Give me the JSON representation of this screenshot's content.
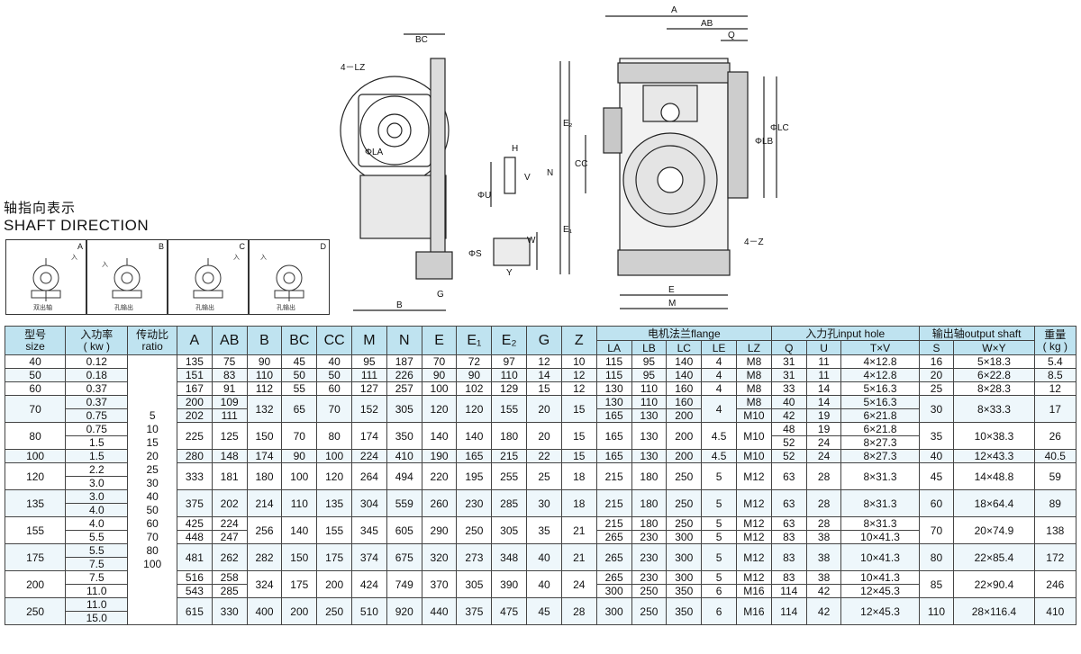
{
  "direction": {
    "title_cn": "轴指向表示",
    "title_en": "SHAFT DIRECTION",
    "boxes": [
      {
        "letter": "A",
        "tag1": "入",
        "tag2": "A",
        "sub": "双出轴"
      },
      {
        "letter": "B",
        "tag1": "入",
        "tag2": "",
        "sub": "孔输出"
      },
      {
        "letter": "C",
        "tag1": "入",
        "tag2": "C",
        "sub": "孔输出"
      },
      {
        "letter": "D",
        "tag1": "入",
        "tag2": "",
        "sub": "孔输出"
      }
    ]
  },
  "drawing": {
    "labels": {
      "bc": "BC",
      "lz": "4－LZ",
      "a": "A",
      "ab": "AB",
      "q": "Q",
      "e2": "E₂",
      "n": "N",
      "cc": "CC",
      "e1": "E₁",
      "lb": "ΦLB",
      "lc": "ΦLC",
      "la": "ΦLA",
      "z": "4－Z",
      "e": "E",
      "m": "M",
      "b": "B",
      "g": "G",
      "h": "H",
      "v": "V",
      "u": "ΦU",
      "s": "ΦS",
      "w": "W",
      "y": "Y"
    }
  },
  "table": {
    "headers": {
      "size": [
        "型号",
        "size"
      ],
      "power": [
        "入功率",
        "( kw )"
      ],
      "ratio": [
        "传动比",
        "ratio"
      ],
      "dims": [
        "A",
        "AB",
        "B",
        "BC",
        "CC",
        "M",
        "N",
        "E",
        "E₁",
        "E₂",
        "G",
        "Z"
      ],
      "flange_group": "电机法兰flange",
      "flange": [
        "LA",
        "LB",
        "LC",
        "LE",
        "LZ"
      ],
      "input_group": "入力孔input hole",
      "input": [
        "Q",
        "U",
        "T×V"
      ],
      "output_group": "输出轴output shaft",
      "output": [
        "S",
        "W×Y"
      ],
      "weight": [
        "重量",
        "( kg )"
      ]
    },
    "ratios": [
      "5",
      "10",
      "15",
      "20",
      "25",
      "30",
      "40",
      "50",
      "60",
      "70",
      "80",
      "100"
    ],
    "rows": [
      {
        "size": "40",
        "power": [
          "0.12"
        ],
        "A": [
          "135"
        ],
        "AB": [
          "75"
        ],
        "B": "90",
        "BC": "45",
        "CC": "40",
        "M": "95",
        "N": "187",
        "E": "70",
        "E1": "72",
        "E2": "97",
        "G": "12",
        "Z": "10",
        "LA": [
          "115"
        ],
        "LB": [
          "95"
        ],
        "LC": [
          "140"
        ],
        "LE": [
          "4"
        ],
        "LZ": [
          "M8"
        ],
        "Q": [
          "31"
        ],
        "U": [
          "11"
        ],
        "TV": [
          "4×12.8"
        ],
        "S": "16",
        "WY": "5×18.3",
        "kg": "5.4"
      },
      {
        "size": "50",
        "power": [
          "0.18"
        ],
        "A": [
          "151"
        ],
        "AB": [
          "83"
        ],
        "B": "110",
        "BC": "50",
        "CC": "50",
        "M": "111",
        "N": "226",
        "E": "90",
        "E1": "90",
        "E2": "110",
        "G": "14",
        "Z": "12",
        "LA": [
          "115"
        ],
        "LB": [
          "95"
        ],
        "LC": [
          "140"
        ],
        "LE": [
          "4"
        ],
        "LZ": [
          "M8"
        ],
        "Q": [
          "31"
        ],
        "U": [
          "11"
        ],
        "TV": [
          "4×12.8"
        ],
        "S": "20",
        "WY": "6×22.8",
        "kg": "8.5"
      },
      {
        "size": "60",
        "power": [
          "0.37"
        ],
        "A": [
          "167"
        ],
        "AB": [
          "91"
        ],
        "B": "112",
        "BC": "55",
        "CC": "60",
        "M": "127",
        "N": "257",
        "E": "100",
        "E1": "102",
        "E2": "129",
        "G": "15",
        "Z": "12",
        "LA": [
          "130"
        ],
        "LB": [
          "110"
        ],
        "LC": [
          "160"
        ],
        "LE": [
          "4"
        ],
        "LZ": [
          "M8"
        ],
        "Q": [
          "33"
        ],
        "U": [
          "14"
        ],
        "TV": [
          "5×16.3"
        ],
        "S": "25",
        "WY": "8×28.3",
        "kg": "12"
      },
      {
        "size": "70",
        "power": [
          "0.37",
          "0.75"
        ],
        "A": [
          "200",
          "202"
        ],
        "AB": [
          "109",
          "111"
        ],
        "B": "132",
        "BC": "65",
        "CC": "70",
        "M": "152",
        "N": "305",
        "E": "120",
        "E1": "120",
        "E2": "155",
        "G": "20",
        "Z": "15",
        "LA": [
          "130",
          "165"
        ],
        "LB": [
          "110",
          "130"
        ],
        "LC": [
          "160",
          "200"
        ],
        "LE": [
          "4"
        ],
        "LZ": [
          "M8",
          "M10"
        ],
        "Q": [
          "40",
          "42"
        ],
        "U": [
          "14",
          "19"
        ],
        "TV": [
          "5×16.3",
          "6×21.8"
        ],
        "S": "30",
        "WY": "8×33.3",
        "kg": "17"
      },
      {
        "size": "80",
        "power": [
          "0.75",
          "1.5"
        ],
        "A": [
          "225"
        ],
        "AB": [
          "125"
        ],
        "B": "150",
        "BC": "70",
        "CC": "80",
        "M": "174",
        "N": "350",
        "E": "140",
        "E1": "140",
        "E2": "180",
        "G": "20",
        "Z": "15",
        "LA": [
          "165"
        ],
        "LB": [
          "130"
        ],
        "LC": [
          "200"
        ],
        "LE": [
          "4.5"
        ],
        "LZ": [
          "M10"
        ],
        "Q": [
          "48",
          "52"
        ],
        "U": [
          "19",
          "24"
        ],
        "TV": [
          "6×21.8",
          "8×27.3"
        ],
        "S": "35",
        "WY": "10×38.3",
        "kg": "26"
      },
      {
        "size": "100",
        "power": [
          "1.5"
        ],
        "A": [
          "280"
        ],
        "AB": [
          "148"
        ],
        "B": "174",
        "BC": "90",
        "CC": "100",
        "M": "224",
        "N": "410",
        "E": "190",
        "E1": "165",
        "E2": "215",
        "G": "22",
        "Z": "15",
        "LA": [
          "165"
        ],
        "LB": [
          "130"
        ],
        "LC": [
          "200"
        ],
        "LE": [
          "4.5"
        ],
        "LZ": [
          "M10"
        ],
        "Q": [
          "52"
        ],
        "U": [
          "24"
        ],
        "TV": [
          "8×27.3"
        ],
        "S": "40",
        "WY": "12×43.3",
        "kg": "40.5"
      },
      {
        "size": "120",
        "power": [
          "2.2",
          "3.0"
        ],
        "A": [
          "333"
        ],
        "AB": [
          "181"
        ],
        "B": "180",
        "BC": "100",
        "CC": "120",
        "M": "264",
        "N": "494",
        "E": "220",
        "E1": "195",
        "E2": "255",
        "G": "25",
        "Z": "18",
        "LA": [
          "215"
        ],
        "LB": [
          "180"
        ],
        "LC": [
          "250"
        ],
        "LE": [
          "5"
        ],
        "LZ": [
          "M12"
        ],
        "Q": [
          "63"
        ],
        "U": [
          "28"
        ],
        "TV": [
          "8×31.3"
        ],
        "S": "45",
        "WY": "14×48.8",
        "kg": "59"
      },
      {
        "size": "135",
        "power": [
          "3.0",
          "4.0"
        ],
        "A": [
          "375"
        ],
        "AB": [
          "202"
        ],
        "B": "214",
        "BC": "110",
        "CC": "135",
        "M": "304",
        "N": "559",
        "E": "260",
        "E1": "230",
        "E2": "285",
        "G": "30",
        "Z": "18",
        "LA": [
          "215"
        ],
        "LB": [
          "180"
        ],
        "LC": [
          "250"
        ],
        "LE": [
          "5"
        ],
        "LZ": [
          "M12"
        ],
        "Q": [
          "63"
        ],
        "U": [
          "28"
        ],
        "TV": [
          "8×31.3"
        ],
        "S": "60",
        "WY": "18×64.4",
        "kg": "89"
      },
      {
        "size": "155",
        "power": [
          "4.0",
          "5.5"
        ],
        "A": [
          "425",
          "448"
        ],
        "AB": [
          "224",
          "247"
        ],
        "B": "256",
        "BC": "140",
        "CC": "155",
        "M": "345",
        "N": "605",
        "E": "290",
        "E1": "250",
        "E2": "305",
        "G": "35",
        "Z": "21",
        "LA": [
          "215",
          "265"
        ],
        "LB": [
          "180",
          "230"
        ],
        "LC": [
          "250",
          "300"
        ],
        "LE": [
          "5",
          "5"
        ],
        "LZ": [
          "M12",
          "M12"
        ],
        "Q": [
          "63",
          "83"
        ],
        "U": [
          "28",
          "38"
        ],
        "TV": [
          "8×31.3",
          "10×41.3"
        ],
        "S": "70",
        "WY": "20×74.9",
        "kg": "138"
      },
      {
        "size": "175",
        "power": [
          "5.5",
          "7.5"
        ],
        "A": [
          "481"
        ],
        "AB": [
          "262"
        ],
        "B": "282",
        "BC": "150",
        "CC": "175",
        "M": "374",
        "N": "675",
        "E": "320",
        "E1": "273",
        "E2": "348",
        "G": "40",
        "Z": "21",
        "LA": [
          "265"
        ],
        "LB": [
          "230"
        ],
        "LC": [
          "300"
        ],
        "LE": [
          "5"
        ],
        "LZ": [
          "M12"
        ],
        "Q": [
          "83"
        ],
        "U": [
          "38"
        ],
        "TV": [
          "10×41.3"
        ],
        "S": "80",
        "WY": "22×85.4",
        "kg": "172"
      },
      {
        "size": "200",
        "power": [
          "7.5",
          "11.0"
        ],
        "A": [
          "516",
          "543"
        ],
        "AB": [
          "258",
          "285"
        ],
        "B": "324",
        "BC": "175",
        "CC": "200",
        "M": "424",
        "N": "749",
        "E": "370",
        "E1": "305",
        "E2": "390",
        "G": "40",
        "Z": "24",
        "LA": [
          "265",
          "300"
        ],
        "LB": [
          "230",
          "250"
        ],
        "LC": [
          "300",
          "350"
        ],
        "LE": [
          "5",
          "6"
        ],
        "LZ": [
          "M12",
          "M16"
        ],
        "Q": [
          "83",
          "114"
        ],
        "U": [
          "38",
          "42"
        ],
        "TV": [
          "10×41.3",
          "12×45.3"
        ],
        "S": "85",
        "WY": "22×90.4",
        "kg": "246"
      },
      {
        "size": "250",
        "power": [
          "11.0",
          "15.0"
        ],
        "A": [
          "615"
        ],
        "AB": [
          "330"
        ],
        "B": "400",
        "BC": "200",
        "CC": "250",
        "M": "510",
        "N": "920",
        "E": "440",
        "E1": "375",
        "E2": "475",
        "G": "45",
        "Z": "28",
        "LA": [
          "300"
        ],
        "LB": [
          "250"
        ],
        "LC": [
          "350"
        ],
        "LE": [
          "6"
        ],
        "LZ": [
          "M16"
        ],
        "Q": [
          "114"
        ],
        "U": [
          "42"
        ],
        "TV": [
          "12×45.3"
        ],
        "S": "110",
        "WY": "28×116.4",
        "kg": "410"
      }
    ]
  }
}
